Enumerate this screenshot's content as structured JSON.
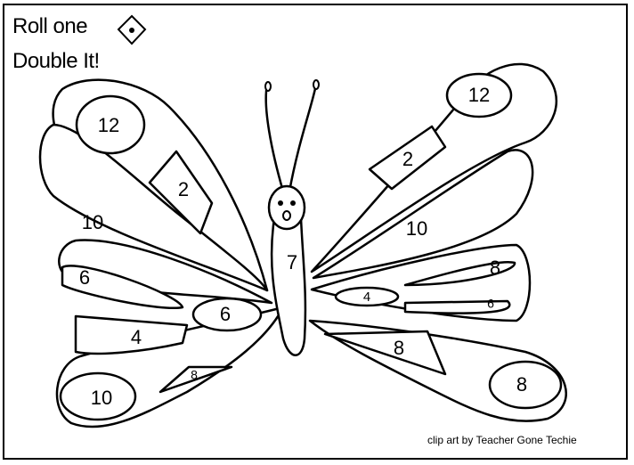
{
  "title": {
    "line1": "Roll one",
    "line2": "Double It!"
  },
  "credit": "clip art by Teacher Gone Techie",
  "numbers": [
    "12",
    "2",
    "10",
    "6",
    "6",
    "4",
    "8",
    "10",
    "12",
    "2",
    "10",
    "7",
    "8",
    "4",
    "6",
    "8",
    "8"
  ]
}
